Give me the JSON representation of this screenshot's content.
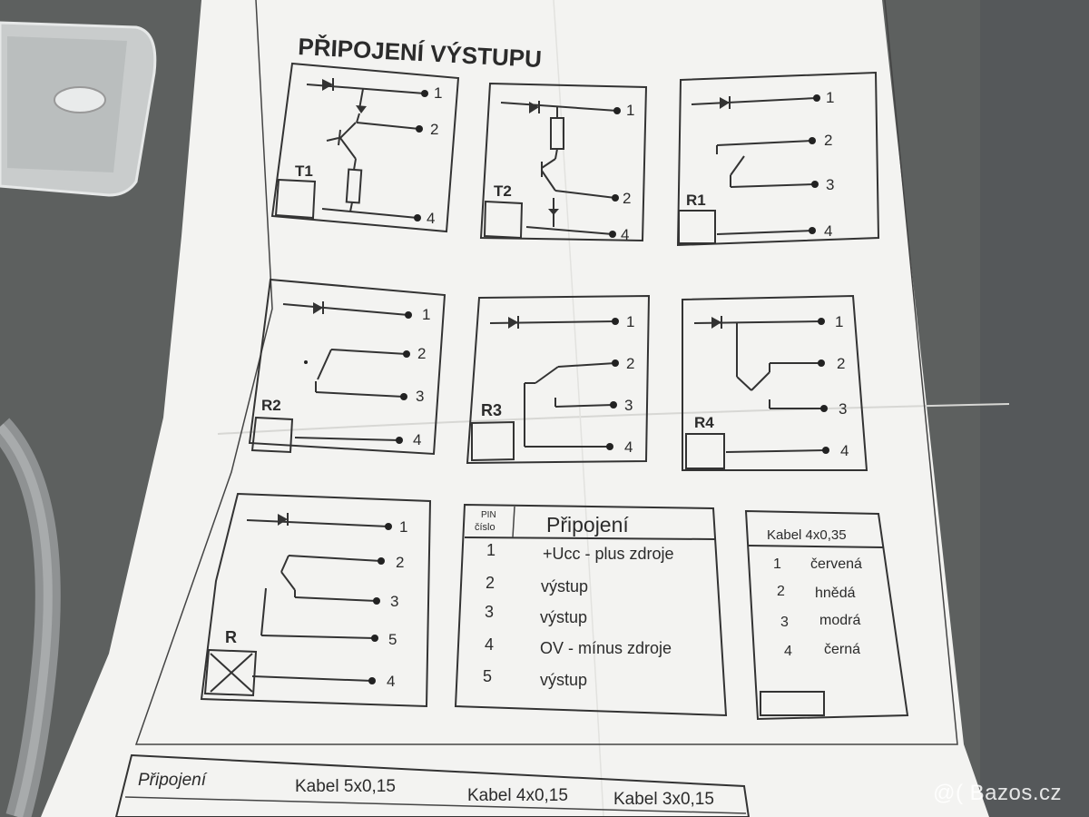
{
  "title": "PŘIPOJENÍ VÝSTUPU",
  "pin_numbers": [
    "1",
    "2",
    "3",
    "4",
    "5"
  ],
  "diagrams": {
    "t1": {
      "label": "T1"
    },
    "t2": {
      "label": "T2"
    },
    "r1": {
      "label": "R1"
    },
    "r2": {
      "label": "R2"
    },
    "r3": {
      "label": "R3"
    },
    "r4": {
      "label": "R4"
    },
    "r": {
      "label": "R"
    }
  },
  "connection_table": {
    "pin_header_top": "PIN",
    "pin_header_bottom": "číslo",
    "header": "Připojení",
    "rows": [
      {
        "pin": "1",
        "desc": "+Ucc  - plus zdroje"
      },
      {
        "pin": "2",
        "desc": "výstup"
      },
      {
        "pin": "3",
        "desc": "výstup"
      },
      {
        "pin": "4",
        "desc": "OV  -  mínus zdroje"
      },
      {
        "pin": "5",
        "desc": "výstup"
      }
    ]
  },
  "cable_table": {
    "header": "Kabel 4x0,35",
    "rows": [
      {
        "pin": "1",
        "color": "červená"
      },
      {
        "pin": "2",
        "color": "hnědá"
      },
      {
        "pin": "3",
        "color": "modrá"
      },
      {
        "pin": "4",
        "color": "černá"
      }
    ]
  },
  "bottom_table": {
    "c1": "Připojení",
    "c2": "Kabel 5x0,15",
    "c3": "Kabel 4x0,15",
    "c4": "Kabel 3x0,15"
  },
  "watermark": "@( Bazos.cz"
}
